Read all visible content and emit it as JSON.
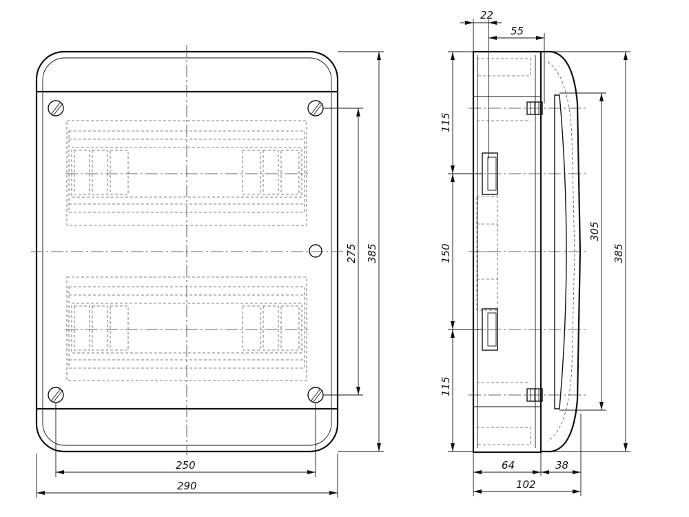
{
  "front_view": {
    "dims": {
      "width_mount": "250",
      "width_total": "290",
      "height_mount": "275",
      "height_total": "385"
    }
  },
  "side_view": {
    "dims": {
      "depth_22": "22",
      "depth_55": "55",
      "rail_top": "115",
      "rail_mid": "150",
      "rail_bottom": "115",
      "door_height": "305",
      "height_total": "385",
      "depth_body": "64",
      "depth_door": "38",
      "depth_total": "102"
    }
  }
}
